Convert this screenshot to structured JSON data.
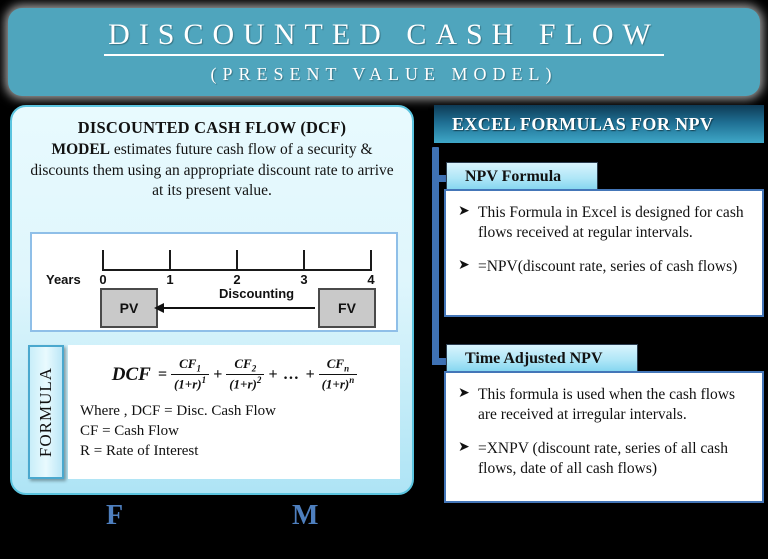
{
  "header": {
    "title": "DISCOUNTED CASH FLOW",
    "subtitle": "(PRESENT VALUE MODEL)",
    "background_color": "#4FA5BD",
    "text_color": "#FFFFFF"
  },
  "left_panel": {
    "background_color": "#DFF6FC",
    "border_color": "#5BC4DF",
    "description": {
      "title": "DISCOUNTED CASH  FLOW (DCF)",
      "lead": "MODEL",
      "body": " estimates future cash flow of a security & discounts them using an appropriate discount rate to arrive at its present value."
    },
    "timeline": {
      "axis_label": "Years",
      "ticks": [
        "0",
        "1",
        "2",
        "3",
        "4"
      ],
      "present_value_box": "PV",
      "future_value_box": "FV",
      "arrow_label": "Discounting",
      "box_fill_color": "#C9C9C9",
      "box_border_color": "#4A4A4A",
      "frame_border_color": "#8FBFE8"
    },
    "formula": {
      "tab_label": "FORMULA",
      "equation": {
        "lhs": "DCF",
        "equals": "=",
        "terms": [
          {
            "numerator": "CF",
            "num_sub": "1",
            "denominator": "(1+r)",
            "den_sup": "1"
          },
          {
            "numerator": "CF",
            "num_sub": "2",
            "denominator": "(1+r)",
            "den_sup": "2"
          },
          {
            "numerator": "CF",
            "num_sub": "n",
            "denominator": "(1+r)",
            "den_sup": "n"
          }
        ],
        "plus": "+",
        "ellipsis": "…"
      },
      "legend": [
        "Where , DCF = Disc. Cash Flow",
        "CF = Cash Flow",
        "R = Rate of Interest"
      ]
    }
  },
  "right_panel": {
    "header_title": "EXCEL FORMULAS FOR NPV",
    "connector_color": "#3F72B4",
    "sections": [
      {
        "label": "NPV Formula",
        "bullets": [
          "This Formula in Excel is designed for cash flows received at regular intervals.",
          "=NPV(discount rate, series of cash flows)"
        ]
      },
      {
        "label": "Time Adjusted NPV",
        "bullets": [
          "This formula is used when the cash flows are received at irregular intervals.",
          "=XNPV (discount rate, series of all cash flows, date of all cash flows)"
        ]
      }
    ],
    "bullet_glyph": "➤"
  },
  "footer": {
    "letter_left": "F",
    "letter_right": "M",
    "letter_color": "#4E7FBE"
  }
}
